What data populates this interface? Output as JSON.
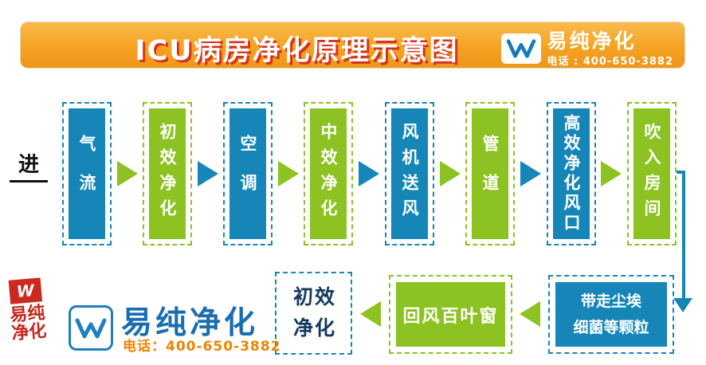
{
  "banner": {
    "title": "ICU病房净化原理示意图",
    "brand": "易纯净化",
    "phone": "电话 : 400-650-3882"
  },
  "flow": {
    "inlet_label": "进",
    "top_row": [
      {
        "label": "气流"
      },
      {
        "label": "初效净化"
      },
      {
        "label": "空调"
      },
      {
        "label": "中效净化"
      },
      {
        "label": "风机送风"
      },
      {
        "label": "管道"
      },
      {
        "label": "高效净化风口"
      },
      {
        "label": "吹入房间"
      }
    ],
    "bottom_row": [
      {
        "label": "带走尘埃\n细菌等颗粒"
      },
      {
        "label": "回风百叶窗"
      },
      {
        "label": "初效\n净化"
      }
    ]
  },
  "footer": {
    "brand": "易纯净化",
    "phone": "电话：400-650-3882",
    "seal": "易纯净化"
  },
  "colors": {
    "blue": "#1586b7",
    "green": "#8cc221",
    "banner_orange": "#f4a321",
    "title_shadow_red": "#d6331f",
    "footer_brand_blue": "#1a6eb0",
    "footer_phone_orange": "#f08300",
    "seal_red": "#c6261d"
  }
}
